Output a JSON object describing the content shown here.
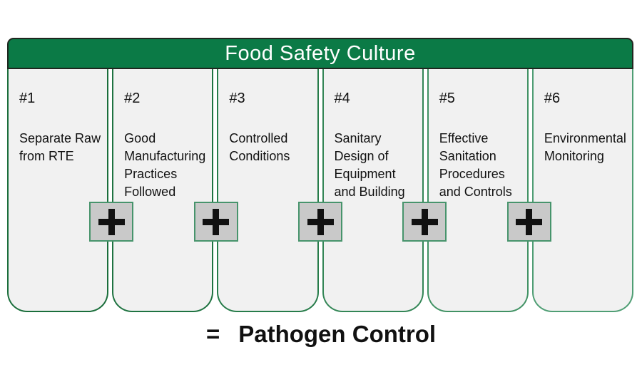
{
  "header": {
    "title": "Food Safety Culture",
    "background_color": "#0b7a46",
    "border_color": "#20261f",
    "text_color": "#ffffff"
  },
  "columns": [
    {
      "number": "#1",
      "label": "Separate Raw from RTE",
      "border_color": "#1a6e3b"
    },
    {
      "number": "#2",
      "label": "Good Manufacturing Practices Followed",
      "border_color": "#1f7341"
    },
    {
      "number": "#3",
      "label": "Controlled Conditions",
      "border_color": "#277c4a"
    },
    {
      "number": "#4",
      "label": "Sanitary Design of Equipment and Building",
      "border_color": "#338656"
    },
    {
      "number": "#5",
      "label": "Effective Sanitation Procedures and Controls",
      "border_color": "#419264"
    },
    {
      "number": "#6",
      "label": "Environmental Monitoring",
      "border_color": "#4f9e74"
    }
  ],
  "column_fill_color": "#f1f1f1",
  "plus": {
    "symbol": "+",
    "box_fill_color": "#c9c9c9",
    "box_border_color": "#47946c",
    "glyph_color": "#111111"
  },
  "equation": {
    "equals_sign": "=",
    "result": "Pathogen Control"
  }
}
